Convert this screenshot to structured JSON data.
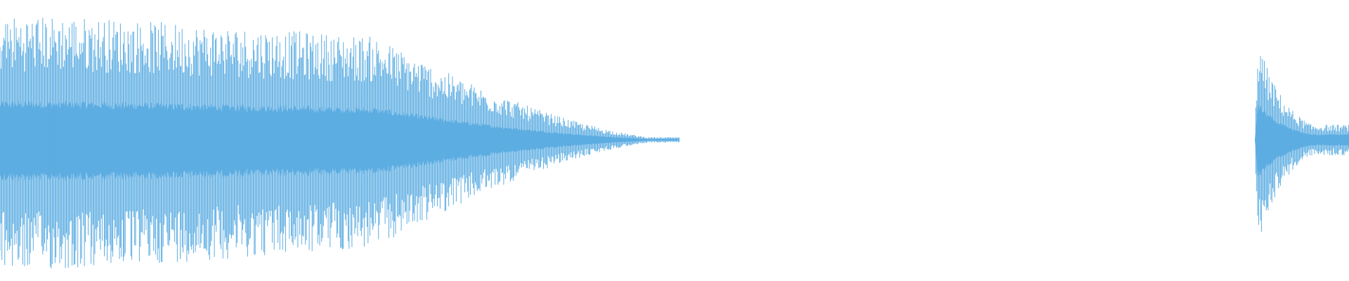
{
  "waveform": {
    "color": "#5dade2",
    "background": "#ffffff",
    "clips": [
      {
        "name": "clip-1",
        "start_fraction": 0.0,
        "end_fraction": 0.5036,
        "peak_level": 0.93,
        "body_level": 0.27,
        "profile": "sustain-then-decay"
      },
      {
        "name": "clip-2",
        "start_fraction": 0.9302,
        "end_fraction": 1.0,
        "peak_level": 0.72,
        "body_level": 0.25,
        "profile": "attack-decay"
      }
    ]
  }
}
